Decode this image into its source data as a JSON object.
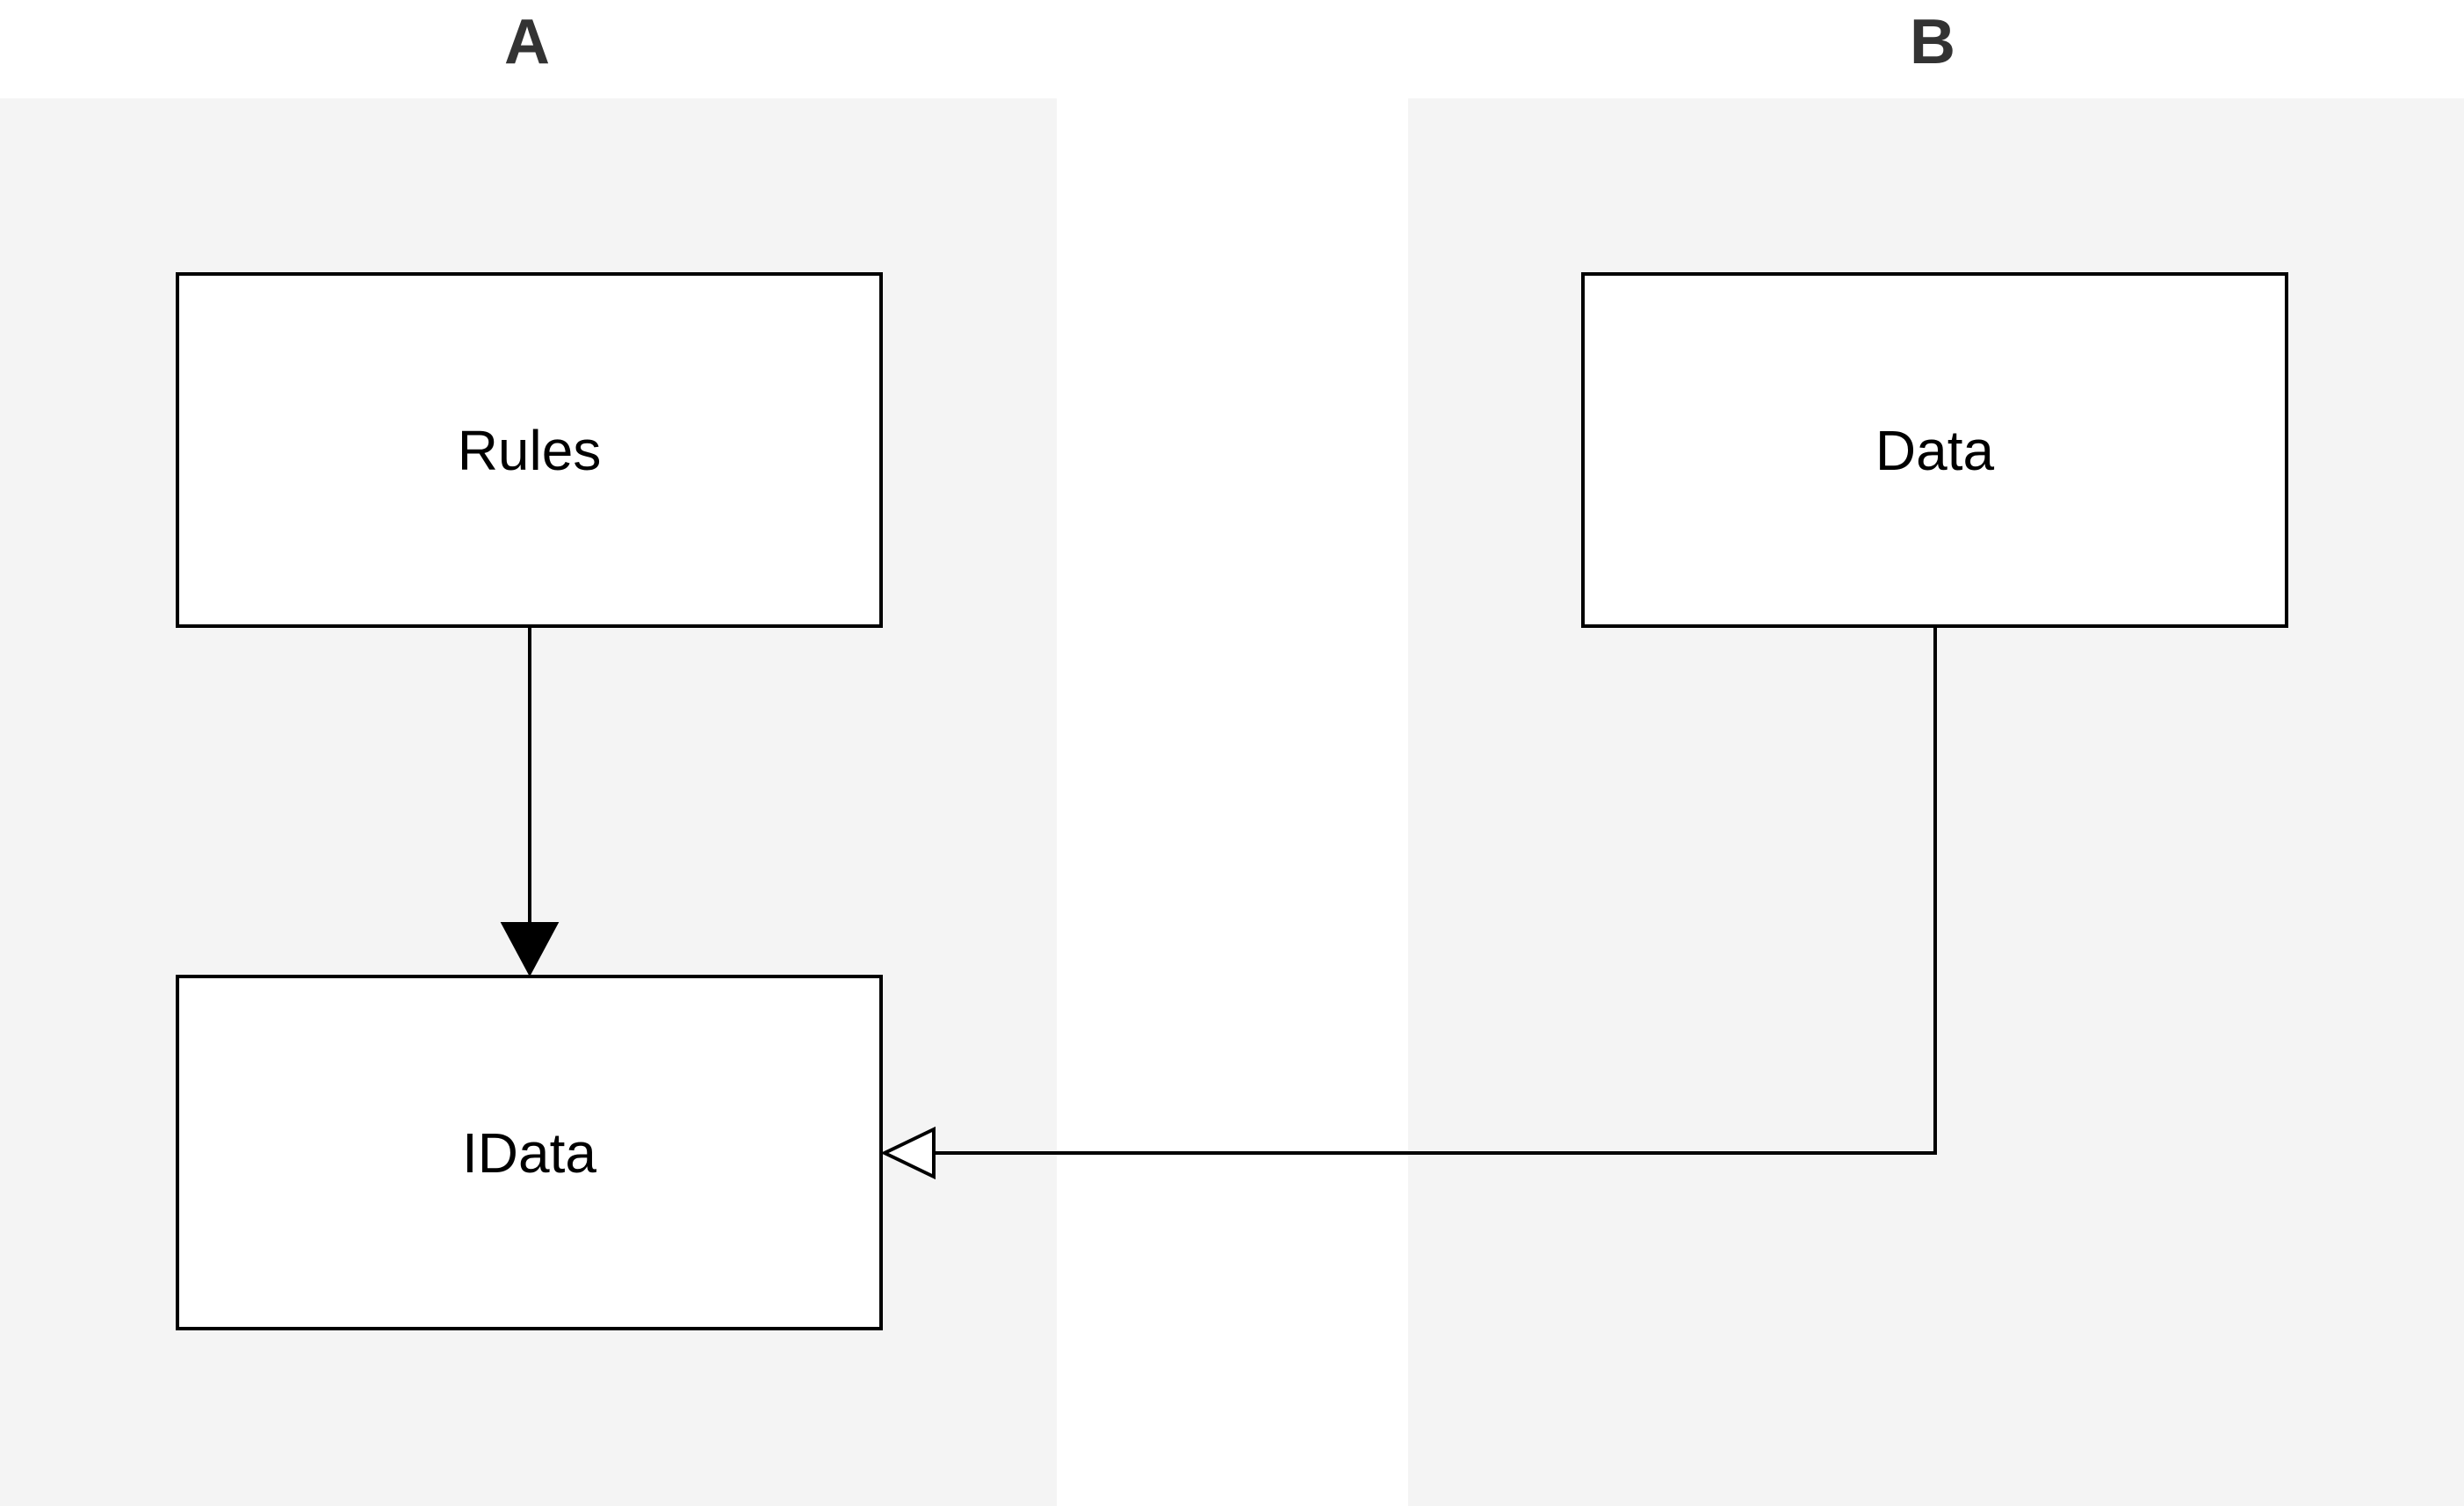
{
  "packages": [
    {
      "title": "A"
    },
    {
      "title": "B"
    }
  ],
  "nodes": {
    "rules": {
      "label": "Rules"
    },
    "data": {
      "label": "Data"
    },
    "idata": {
      "label": "IData"
    }
  },
  "edges": [
    {
      "from": "Rules",
      "to": "IData",
      "type": "dependency",
      "arrowhead": "filled-triangle"
    },
    {
      "from": "Data",
      "to": "IData",
      "type": "realization",
      "arrowhead": "hollow-triangle"
    }
  ],
  "colors": {
    "pane_fill": "#f4f4f4",
    "box_fill": "#ffffff",
    "stroke": "#000000",
    "title_text": "#333333"
  }
}
